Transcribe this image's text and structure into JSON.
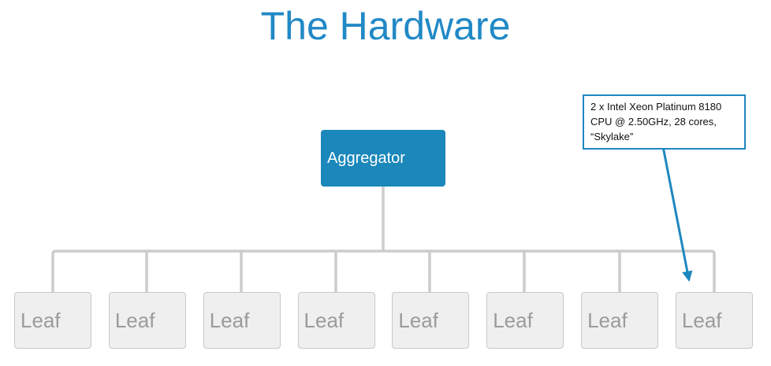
{
  "slide": {
    "title": "The Hardware"
  },
  "diagram": {
    "aggregator": {
      "label": "Aggregator"
    },
    "leaves": [
      {
        "label": "Leaf"
      },
      {
        "label": "Leaf"
      },
      {
        "label": "Leaf"
      },
      {
        "label": "Leaf"
      },
      {
        "label": "Leaf"
      },
      {
        "label": "Leaf"
      },
      {
        "label": "Leaf"
      },
      {
        "label": "Leaf"
      }
    ]
  },
  "callout": {
    "text": "2 x Intel Xeon Platinum 8180 CPU @ 2.50GHz, 28 cores,\n“Skylake”"
  },
  "colors": {
    "title_blue": "#2189c6",
    "node_blue": "#1b87ba",
    "connector_gray": "#cccccc",
    "leaf_bg": "#efefef",
    "leaf_border": "#c9c9c9",
    "leaf_text": "#9b9b9b",
    "callout_border": "#1e87c0",
    "arrow_blue": "#1e87c0"
  }
}
